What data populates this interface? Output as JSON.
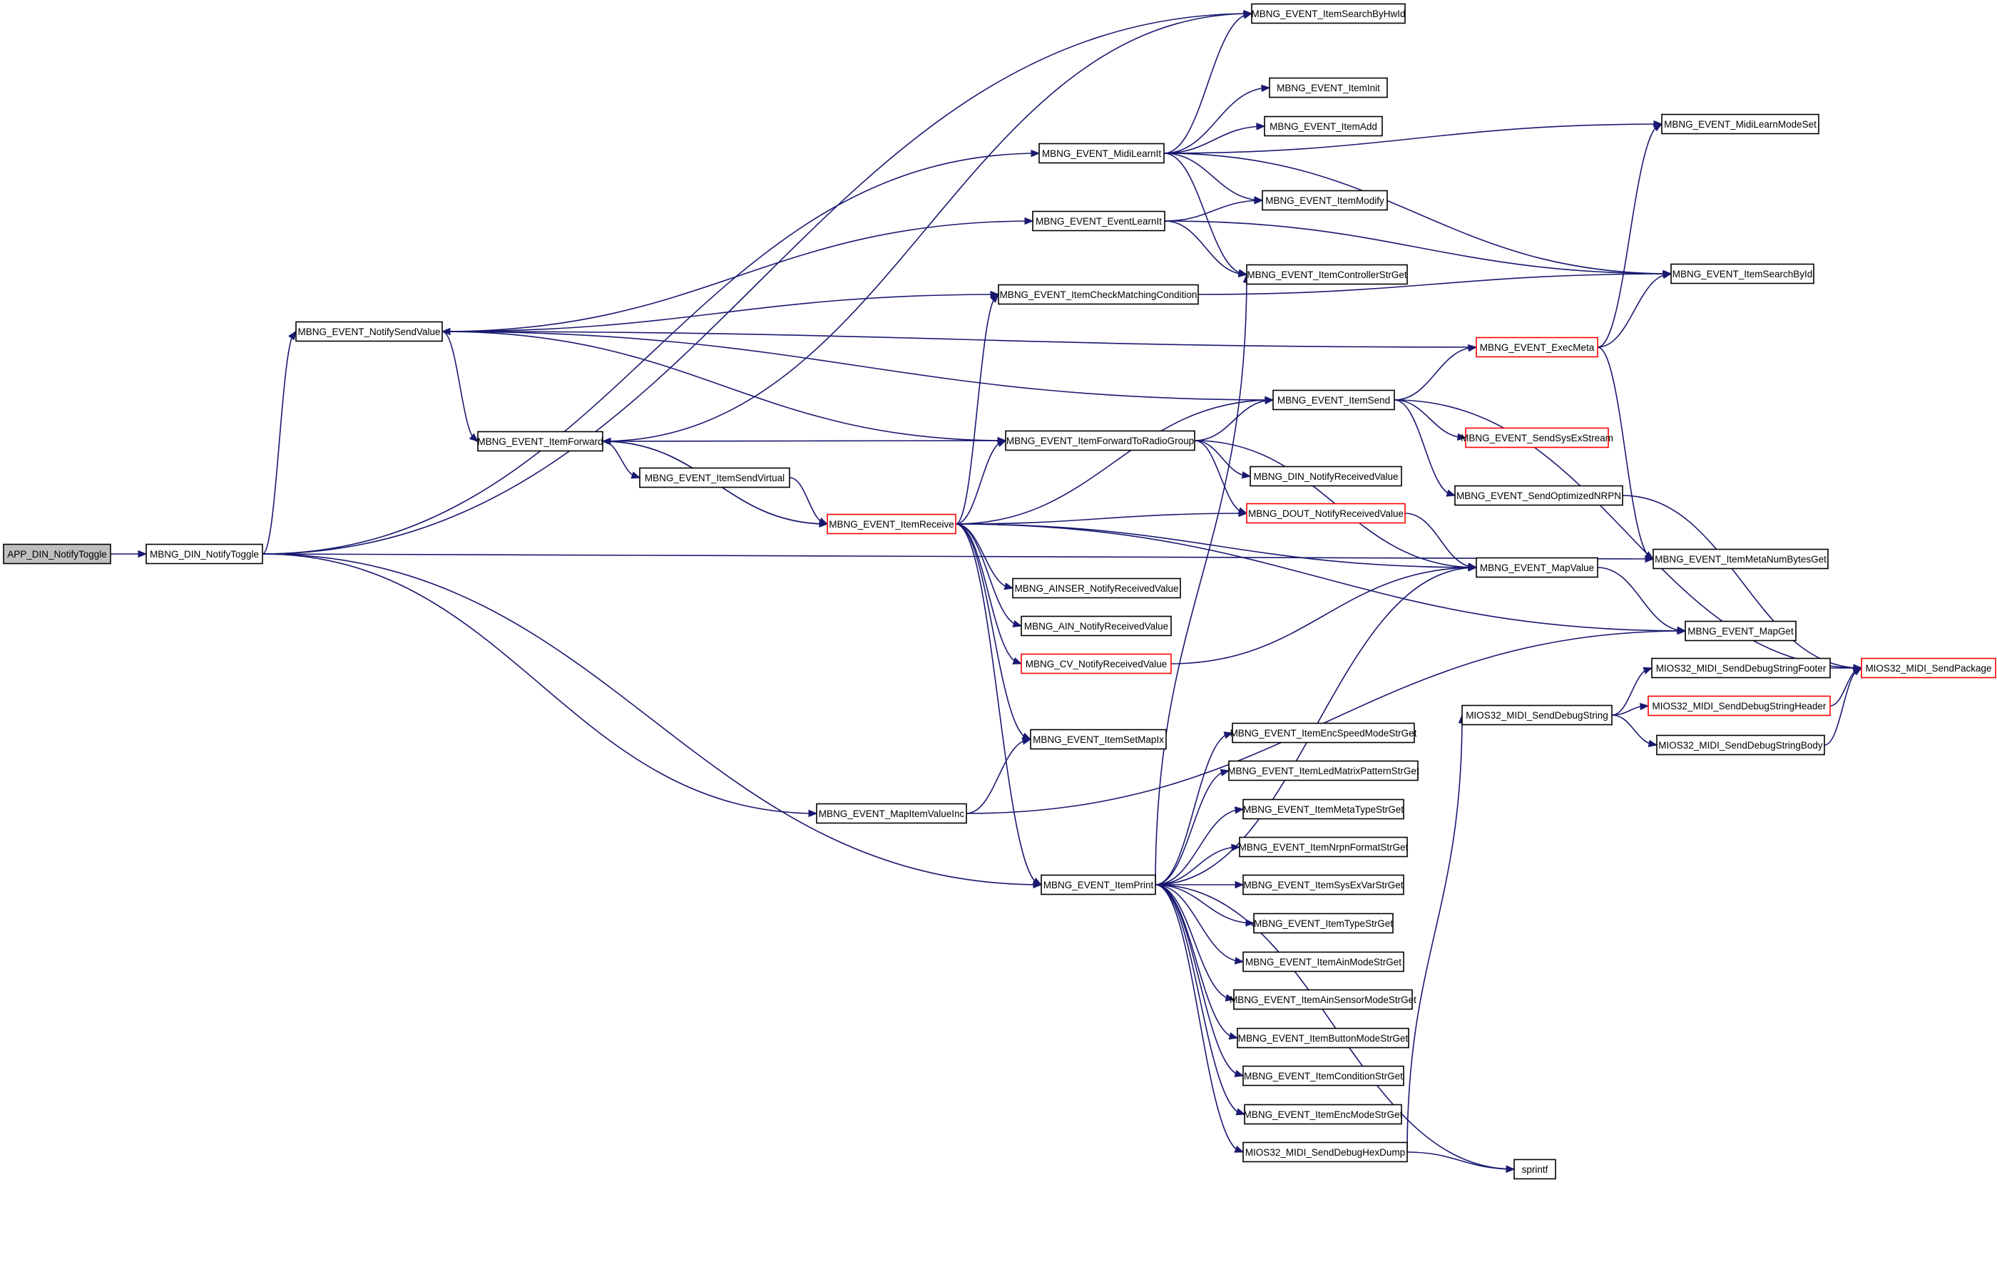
{
  "colors": {
    "edge": "#191970",
    "node_border": "#000000",
    "node_border_truncated": "#ff0000",
    "root_fill": "#bfbfbf",
    "node_fill": "#ffffff"
  },
  "nodes": [
    {
      "id": "APP_DIN_NotifyToggle",
      "label": "APP_DIN_NotifyToggle",
      "root": true
    },
    {
      "id": "MBNG_DIN_NotifyToggle",
      "label": "MBNG_DIN_NotifyToggle"
    },
    {
      "id": "MBNG_EVENT_NotifySendValue",
      "label": "MBNG_EVENT_NotifySendValue"
    },
    {
      "id": "MBNG_EVENT_ItemForward",
      "label": "MBNG_EVENT_ItemForward"
    },
    {
      "id": "MBNG_EVENT_ItemSendVirtual",
      "label": "MBNG_EVENT_ItemSendVirtual"
    },
    {
      "id": "MBNG_EVENT_MapItemValueInc",
      "label": "MBNG_EVENT_MapItemValueInc"
    },
    {
      "id": "MBNG_EVENT_MidiLearnIt",
      "label": "MBNG_EVENT_MidiLearnIt"
    },
    {
      "id": "MBNG_EVENT_EventLearnIt",
      "label": "MBNG_EVENT_EventLearnIt"
    },
    {
      "id": "MBNG_EVENT_ItemCheckMatchingCondition",
      "label": "MBNG_EVENT_ItemCheckMatchingCondition"
    },
    {
      "id": "MBNG_EVENT_ItemForwardToRadioGroup",
      "label": "MBNG_EVENT_ItemForwardToRadioGroup"
    },
    {
      "id": "MBNG_EVENT_ItemReceive",
      "label": "MBNG_EVENT_ItemReceive",
      "truncated": true
    },
    {
      "id": "MBNG_AINSER_NotifyReceivedValue",
      "label": "MBNG_AINSER_NotifyReceivedValue"
    },
    {
      "id": "MBNG_AIN_NotifyReceivedValue",
      "label": "MBNG_AIN_NotifyReceivedValue"
    },
    {
      "id": "MBNG_CV_NotifyReceivedValue",
      "label": "MBNG_CV_NotifyReceivedValue",
      "truncated": true
    },
    {
      "id": "MBNG_EVENT_ItemSetMapIx",
      "label": "MBNG_EVENT_ItemSetMapIx"
    },
    {
      "id": "MBNG_EVENT_ItemPrint",
      "label": "MBNG_EVENT_ItemPrint"
    },
    {
      "id": "MBNG_EVENT_ItemSearchByHwId",
      "label": "MBNG_EVENT_ItemSearchByHwId"
    },
    {
      "id": "MBNG_EVENT_ItemInit",
      "label": "MBNG_EVENT_ItemInit"
    },
    {
      "id": "MBNG_EVENT_ItemAdd",
      "label": "MBNG_EVENT_ItemAdd"
    },
    {
      "id": "MBNG_EVENT_ItemModify",
      "label": "MBNG_EVENT_ItemModify"
    },
    {
      "id": "MBNG_EVENT_ItemControllerStrGet",
      "label": "MBNG_EVENT_ItemControllerStrGet"
    },
    {
      "id": "MBNG_EVENT_ItemSend",
      "label": "MBNG_EVENT_ItemSend"
    },
    {
      "id": "MBNG_DIN_NotifyReceivedValue",
      "label": "MBNG_DIN_NotifyReceivedValue"
    },
    {
      "id": "MBNG_DOUT_NotifyReceivedValue",
      "label": "MBNG_DOUT_NotifyReceivedValue",
      "truncated": true
    },
    {
      "id": "MBNG_EVENT_ItemEncSpeedModeStrGet",
      "label": "MBNG_EVENT_ItemEncSpeedModeStrGet"
    },
    {
      "id": "MBNG_EVENT_ItemLedMatrixPatternStrGet",
      "label": "MBNG_EVENT_ItemLedMatrixPatternStrGet"
    },
    {
      "id": "MBNG_EVENT_ItemMetaTypeStrGet",
      "label": "MBNG_EVENT_ItemMetaTypeStrGet"
    },
    {
      "id": "MBNG_EVENT_ItemNrpnFormatStrGet",
      "label": "MBNG_EVENT_ItemNrpnFormatStrGet"
    },
    {
      "id": "MBNG_EVENT_ItemSysExVarStrGet",
      "label": "MBNG_EVENT_ItemSysExVarStrGet"
    },
    {
      "id": "MBNG_EVENT_ItemTypeStrGet",
      "label": "MBNG_EVENT_ItemTypeStrGet"
    },
    {
      "id": "MBNG_EVENT_ItemAinModeStrGet",
      "label": "MBNG_EVENT_ItemAinModeStrGet"
    },
    {
      "id": "MBNG_EVENT_ItemAinSensorModeStrGet",
      "label": "MBNG_EVENT_ItemAinSensorModeStrGet"
    },
    {
      "id": "MBNG_EVENT_ItemButtonModeStrGet",
      "label": "MBNG_EVENT_ItemButtonModeStrGet"
    },
    {
      "id": "MBNG_EVENT_ItemConditionStrGet",
      "label": "MBNG_EVENT_ItemConditionStrGet"
    },
    {
      "id": "MBNG_EVENT_ItemEncModeStrGet",
      "label": "MBNG_EVENT_ItemEncModeStrGet"
    },
    {
      "id": "MIOS32_MIDI_SendDebugHexDump",
      "label": "MIOS32_MIDI_SendDebugHexDump"
    },
    {
      "id": "MBNG_EVENT_ExecMeta",
      "label": "MBNG_EVENT_ExecMeta",
      "truncated": true
    },
    {
      "id": "MBNG_EVENT_SendSysExStream",
      "label": "MBNG_EVENT_SendSysExStream",
      "truncated": true
    },
    {
      "id": "MBNG_EVENT_SendOptimizedNRPN",
      "label": "MBNG_EVENT_SendOptimizedNRPN"
    },
    {
      "id": "MBNG_EVENT_MapValue",
      "label": "MBNG_EVENT_MapValue"
    },
    {
      "id": "MIOS32_MIDI_SendDebugString",
      "label": "MIOS32_MIDI_SendDebugString"
    },
    {
      "id": "sprintf",
      "label": "sprintf"
    },
    {
      "id": "MBNG_EVENT_MidiLearnModeSet",
      "label": "MBNG_EVENT_MidiLearnModeSet"
    },
    {
      "id": "MBNG_EVENT_ItemSearchById",
      "label": "MBNG_EVENT_ItemSearchById"
    },
    {
      "id": "MBNG_EVENT_ItemMetaNumBytesGet",
      "label": "MBNG_EVENT_ItemMetaNumBytesGet"
    },
    {
      "id": "MBNG_EVENT_MapGet",
      "label": "MBNG_EVENT_MapGet"
    },
    {
      "id": "MIOS32_MIDI_SendDebugStringFooter",
      "label": "MIOS32_MIDI_SendDebugStringFooter"
    },
    {
      "id": "MIOS32_MIDI_SendDebugStringHeader",
      "label": "MIOS32_MIDI_SendDebugStringHeader",
      "truncated": true
    },
    {
      "id": "MIOS32_MIDI_SendDebugStringBody",
      "label": "MIOS32_MIDI_SendDebugStringBody"
    },
    {
      "id": "MIOS32_MIDI_SendPackage",
      "label": "MIOS32_MIDI_SendPackage",
      "truncated": true
    }
  ],
  "edges": [
    {
      "from": "APP_DIN_NotifyToggle",
      "to": "MBNG_DIN_NotifyToggle"
    },
    {
      "from": "MBNG_DIN_NotifyToggle",
      "to": "MBNG_EVENT_ItemSearchByHwId"
    },
    {
      "from": "MBNG_DIN_NotifyToggle",
      "to": "MBNG_EVENT_MidiLearnIt"
    },
    {
      "from": "MBNG_DIN_NotifyToggle",
      "to": "MBNG_EVENT_NotifySendValue"
    },
    {
      "from": "MBNG_DIN_NotifyToggle",
      "to": "MBNG_EVENT_ItemMetaNumBytesGet"
    },
    {
      "from": "MBNG_DIN_NotifyToggle",
      "to": "MBNG_EVENT_MapItemValueInc"
    },
    {
      "from": "MBNG_DIN_NotifyToggle",
      "to": "MBNG_EVENT_ItemPrint"
    },
    {
      "from": "MBNG_EVENT_NotifySendValue",
      "to": "MBNG_EVENT_EventLearnIt"
    },
    {
      "from": "MBNG_EVENT_NotifySendValue",
      "to": "MBNG_EVENT_ItemCheckMatchingCondition"
    },
    {
      "from": "MBNG_EVENT_NotifySendValue",
      "to": "MBNG_EVENT_ItemSend"
    },
    {
      "from": "MBNG_EVENT_NotifySendValue",
      "to": "MBNG_EVENT_ItemForward"
    },
    {
      "from": "MBNG_EVENT_NotifySendValue",
      "to": "MBNG_EVENT_ItemForwardToRadioGroup"
    },
    {
      "from": "MBNG_EVENT_ItemForward",
      "to": "MBNG_EVENT_ItemSearchByHwId"
    },
    {
      "from": "MBNG_EVENT_ItemForward",
      "to": "MBNG_EVENT_ItemSendVirtual"
    },
    {
      "from": "MBNG_EVENT_ItemForward",
      "to": "MBNG_EVENT_ItemReceive"
    },
    {
      "from": "MBNG_EVENT_ItemSendVirtual",
      "to": "MBNG_EVENT_ItemReceive"
    },
    {
      "from": "MBNG_EVENT_ItemReceive",
      "to": "MBNG_EVENT_ItemForward"
    },
    {
      "from": "MBNG_EVENT_ItemReceive",
      "to": "MBNG_EVENT_ItemCheckMatchingCondition"
    },
    {
      "from": "MBNG_EVENT_ItemReceive",
      "to": "MBNG_EVENT_ItemSend"
    },
    {
      "from": "MBNG_EVENT_ItemReceive",
      "to": "MBNG_EVENT_ItemForwardToRadioGroup"
    },
    {
      "from": "MBNG_EVENT_ItemReceive",
      "to": "MBNG_DOUT_NotifyReceivedValue"
    },
    {
      "from": "MBNG_EVENT_ItemReceive",
      "to": "MBNG_EVENT_MapValue"
    },
    {
      "from": "MBNG_EVENT_ItemReceive",
      "to": "MBNG_AINSER_NotifyReceivedValue"
    },
    {
      "from": "MBNG_EVENT_ItemReceive",
      "to": "MBNG_AIN_NotifyReceivedValue"
    },
    {
      "from": "MBNG_EVENT_ItemReceive",
      "to": "MBNG_CV_NotifyReceivedValue"
    },
    {
      "from": "MBNG_EVENT_ItemReceive",
      "to": "MBNG_EVENT_ItemSetMapIx"
    },
    {
      "from": "MBNG_EVENT_ItemReceive",
      "to": "MBNG_EVENT_ItemPrint"
    },
    {
      "from": "MBNG_EVENT_ItemReceive",
      "to": "MBNG_EVENT_MapGet"
    },
    {
      "from": "MBNG_EVENT_MidiLearnIt",
      "to": "MBNG_EVENT_ItemSearchByHwId"
    },
    {
      "from": "MBNG_EVENT_MidiLearnIt",
      "to": "MBNG_EVENT_ItemInit"
    },
    {
      "from": "MBNG_EVENT_MidiLearnIt",
      "to": "MBNG_EVENT_ItemAdd"
    },
    {
      "from": "MBNG_EVENT_MidiLearnIt",
      "to": "MBNG_EVENT_ItemModify"
    },
    {
      "from": "MBNG_EVENT_MidiLearnIt",
      "to": "MBNG_EVENT_ItemControllerStrGet"
    },
    {
      "from": "MBNG_EVENT_MidiLearnIt",
      "to": "MBNG_EVENT_MidiLearnModeSet"
    },
    {
      "from": "MBNG_EVENT_MidiLearnIt",
      "to": "MBNG_EVENT_ItemSearchById"
    },
    {
      "from": "MBNG_EVENT_EventLearnIt",
      "to": "MBNG_EVENT_ItemModify"
    },
    {
      "from": "MBNG_EVENT_EventLearnIt",
      "to": "MBNG_EVENT_ItemControllerStrGet"
    },
    {
      "from": "MBNG_EVENT_EventLearnIt",
      "to": "MBNG_EVENT_ItemSearchById"
    },
    {
      "from": "MBNG_EVENT_ItemCheckMatchingCondition",
      "to": "MBNG_EVENT_ItemSearchById"
    },
    {
      "from": "MBNG_EVENT_ItemForwardToRadioGroup",
      "to": "MBNG_EVENT_ItemSend"
    },
    {
      "from": "MBNG_EVENT_ItemForwardToRadioGroup",
      "to": "MBNG_EVENT_ItemForward"
    },
    {
      "from": "MBNG_EVENT_ItemForwardToRadioGroup",
      "to": "MBNG_DIN_NotifyReceivedValue"
    },
    {
      "from": "MBNG_EVENT_ItemForwardToRadioGroup",
      "to": "MBNG_DOUT_NotifyReceivedValue"
    },
    {
      "from": "MBNG_EVENT_ItemForwardToRadioGroup",
      "to": "MBNG_EVENT_MapValue"
    },
    {
      "from": "MBNG_EVENT_ItemSend",
      "to": "MBNG_EVENT_ExecMeta"
    },
    {
      "from": "MBNG_EVENT_ItemSend",
      "to": "MBNG_EVENT_SendSysExStream"
    },
    {
      "from": "MBNG_EVENT_ItemSend",
      "to": "MBNG_EVENT_SendOptimizedNRPN"
    },
    {
      "from": "MBNG_EVENT_ItemSend",
      "to": "MIOS32_MIDI_SendPackage"
    },
    {
      "from": "MBNG_EVENT_ExecMeta",
      "to": "MBNG_EVENT_NotifySendValue"
    },
    {
      "from": "MBNG_EVENT_ExecMeta",
      "to": "MBNG_EVENT_MidiLearnModeSet"
    },
    {
      "from": "MBNG_EVENT_ExecMeta",
      "to": "MBNG_EVENT_ItemSearchById"
    },
    {
      "from": "MBNG_EVENT_ExecMeta",
      "to": "MBNG_EVENT_ItemMetaNumBytesGet"
    },
    {
      "from": "MBNG_EVENT_SendOptimizedNRPN",
      "to": "MIOS32_MIDI_SendPackage"
    },
    {
      "from": "MBNG_DOUT_NotifyReceivedValue",
      "to": "MBNG_EVENT_MapValue"
    },
    {
      "from": "MBNG_CV_NotifyReceivedValue",
      "to": "MBNG_EVENT_MapValue"
    },
    {
      "from": "MBNG_EVENT_MapValue",
      "to": "MBNG_EVENT_MapGet"
    },
    {
      "from": "MBNG_EVENT_MapItemValueInc",
      "to": "MBNG_EVENT_ItemSetMapIx"
    },
    {
      "from": "MBNG_EVENT_MapItemValueInc",
      "to": "MBNG_EVENT_MapGet"
    },
    {
      "from": "MBNG_EVENT_ItemPrint",
      "to": "MBNG_EVENT_ItemControllerStrGet"
    },
    {
      "from": "MBNG_EVENT_ItemPrint",
      "to": "MBNG_EVENT_MapValue"
    },
    {
      "from": "MBNG_EVENT_ItemPrint",
      "to": "MBNG_EVENT_ItemEncSpeedModeStrGet"
    },
    {
      "from": "MBNG_EVENT_ItemPrint",
      "to": "MBNG_EVENT_ItemLedMatrixPatternStrGet"
    },
    {
      "from": "MBNG_EVENT_ItemPrint",
      "to": "MBNG_EVENT_ItemMetaTypeStrGet"
    },
    {
      "from": "MBNG_EVENT_ItemPrint",
      "to": "MBNG_EVENT_ItemNrpnFormatStrGet"
    },
    {
      "from": "MBNG_EVENT_ItemPrint",
      "to": "MBNG_EVENT_ItemSysExVarStrGet"
    },
    {
      "from": "MBNG_EVENT_ItemPrint",
      "to": "MBNG_EVENT_ItemTypeStrGet"
    },
    {
      "from": "MBNG_EVENT_ItemPrint",
      "to": "MBNG_EVENT_ItemAinModeStrGet"
    },
    {
      "from": "MBNG_EVENT_ItemPrint",
      "to": "MBNG_EVENT_ItemAinSensorModeStrGet"
    },
    {
      "from": "MBNG_EVENT_ItemPrint",
      "to": "MBNG_EVENT_ItemButtonModeStrGet"
    },
    {
      "from": "MBNG_EVENT_ItemPrint",
      "to": "MBNG_EVENT_ItemConditionStrGet"
    },
    {
      "from": "MBNG_EVENT_ItemPrint",
      "to": "MBNG_EVENT_ItemEncModeStrGet"
    },
    {
      "from": "MBNG_EVENT_ItemPrint",
      "to": "MIOS32_MIDI_SendDebugHexDump"
    },
    {
      "from": "MBNG_EVENT_ItemPrint",
      "to": "sprintf"
    },
    {
      "from": "MIOS32_MIDI_SendDebugHexDump",
      "to": "MIOS32_MIDI_SendDebugString"
    },
    {
      "from": "MIOS32_MIDI_SendDebugHexDump",
      "to": "sprintf"
    },
    {
      "from": "MIOS32_MIDI_SendDebugString",
      "to": "MIOS32_MIDI_SendDebugStringFooter"
    },
    {
      "from": "MIOS32_MIDI_SendDebugString",
      "to": "MIOS32_MIDI_SendDebugStringHeader"
    },
    {
      "from": "MIOS32_MIDI_SendDebugString",
      "to": "MIOS32_MIDI_SendDebugStringBody"
    },
    {
      "from": "MIOS32_MIDI_SendDebugStringFooter",
      "to": "MIOS32_MIDI_SendPackage"
    },
    {
      "from": "MIOS32_MIDI_SendDebugStringHeader",
      "to": "MIOS32_MIDI_SendPackage"
    },
    {
      "from": "MIOS32_MIDI_SendDebugStringBody",
      "to": "MIOS32_MIDI_SendPackage"
    }
  ]
}
